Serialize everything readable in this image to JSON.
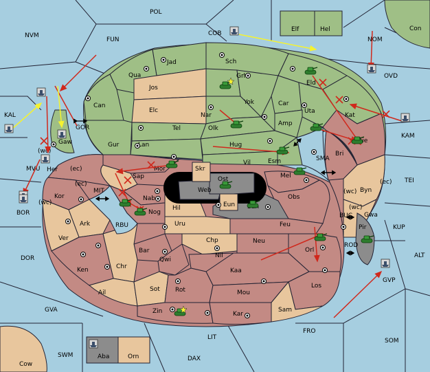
{
  "colors": {
    "sea": "#a6cee0",
    "land_green": "#9fbf86",
    "land_tan": "#e8c69d",
    "land_red": "#c38a84",
    "neutral_gray": "#8c8c8c",
    "impassable": "#000000",
    "attack_arrow": "#d0281c",
    "support_arrow": "#f5f230"
  },
  "seas": [
    {
      "id": "POL",
      "label": "POL"
    },
    {
      "id": "NVM",
      "label": "NVM"
    },
    {
      "id": "FUN",
      "label": "FUN"
    },
    {
      "id": "COB",
      "label": "COB"
    },
    {
      "id": "NOM",
      "label": "NOM"
    },
    {
      "id": "Con",
      "label": "Con"
    },
    {
      "id": "OVD",
      "label": "OVD"
    },
    {
      "id": "KAL",
      "label": "KAL"
    },
    {
      "id": "GOR",
      "label": "GOR"
    },
    {
      "id": "KAM",
      "label": "KAM"
    },
    {
      "id": "SMA",
      "label": "SMA"
    },
    {
      "id": "MVU",
      "label": "MVU"
    },
    {
      "id": "TEI",
      "label": "TEI"
    },
    {
      "id": "MIT",
      "label": "MIT"
    },
    {
      "id": "BOR",
      "label": "BOR"
    },
    {
      "id": "RBU",
      "label": "RBU"
    },
    {
      "id": "BUC",
      "label": "BUC"
    },
    {
      "id": "KUP",
      "label": "KUP"
    },
    {
      "id": "ROD",
      "label": "ROD"
    },
    {
      "id": "DOR",
      "label": "DOR"
    },
    {
      "id": "ALT",
      "label": "ALT"
    },
    {
      "id": "GVP",
      "label": "GVP"
    },
    {
      "id": "GVA",
      "label": "GVA"
    },
    {
      "id": "FRO",
      "label": "FRO"
    },
    {
      "id": "SOM",
      "label": "SOM"
    },
    {
      "id": "LIT",
      "label": "LIT"
    },
    {
      "id": "SWM",
      "label": "SWM"
    },
    {
      "id": "DAX",
      "label": "DAX"
    },
    {
      "id": "Cow",
      "label": "Cow"
    }
  ],
  "provinces": [
    {
      "id": "Elf",
      "label": "Elf"
    },
    {
      "id": "Hel",
      "label": "Hel"
    },
    {
      "id": "Jad",
      "label": "Jad"
    },
    {
      "id": "Sch",
      "label": "Sch"
    },
    {
      "id": "Qua",
      "label": "Qua"
    },
    {
      "id": "Jos",
      "label": "Jos"
    },
    {
      "id": "Grh",
      "label": "Grh"
    },
    {
      "id": "Eld",
      "label": "Eld"
    },
    {
      "id": "Can",
      "label": "Can"
    },
    {
      "id": "Elc",
      "label": "Elc"
    },
    {
      "id": "Yok",
      "label": "Yok"
    },
    {
      "id": "Car",
      "label": "Car"
    },
    {
      "id": "Uta",
      "label": "Uta"
    },
    {
      "id": "Kat",
      "label": "Kat"
    },
    {
      "id": "Nar",
      "label": "Nar"
    },
    {
      "id": "Gur",
      "label": "Gur"
    },
    {
      "id": "Tel",
      "label": "Tel"
    },
    {
      "id": "Olk",
      "label": "Olk"
    },
    {
      "id": "Amp",
      "label": "Amp"
    },
    {
      "id": "Lan",
      "label": "Lan"
    },
    {
      "id": "Hug",
      "label": "Hug"
    },
    {
      "id": "Rie",
      "label": "Rie"
    },
    {
      "id": "Gaw",
      "label": "Gaw"
    },
    {
      "id": "Vil",
      "label": "Vil"
    },
    {
      "id": "Esm",
      "label": "Esm"
    },
    {
      "id": "Bri",
      "label": "Bri"
    },
    {
      "id": "Mor",
      "label": "Mor"
    },
    {
      "id": "Skr",
      "label": "Skr"
    },
    {
      "id": "Ost",
      "label": "Ost"
    },
    {
      "id": "Mel",
      "label": "Mel"
    },
    {
      "id": "Her",
      "label": "Her"
    },
    {
      "id": "Sap",
      "label": "Sap"
    },
    {
      "id": "Web",
      "label": "Web"
    },
    {
      "id": "Kor",
      "label": "Kor"
    },
    {
      "id": "Nab",
      "label": "Nab"
    },
    {
      "id": "Eun",
      "label": "Eun"
    },
    {
      "id": "Obs",
      "label": "Obs"
    },
    {
      "id": "Byn",
      "label": "Byn"
    },
    {
      "id": "Hil",
      "label": "Hil"
    },
    {
      "id": "Sun",
      "label": "Sun"
    },
    {
      "id": "Nog",
      "label": "Nog"
    },
    {
      "id": "Gwa",
      "label": "Gwa"
    },
    {
      "id": "Ark",
      "label": "Ark"
    },
    {
      "id": "Uru",
      "label": "Uru"
    },
    {
      "id": "Feu",
      "label": "Feu"
    },
    {
      "id": "Pir",
      "label": "Pir"
    },
    {
      "id": "Ver",
      "label": "Ver"
    },
    {
      "id": "Chp",
      "label": "Chp"
    },
    {
      "id": "Neu",
      "label": "Neu"
    },
    {
      "id": "Bar",
      "label": "Bar"
    },
    {
      "id": "Orl",
      "label": "Orl"
    },
    {
      "id": "Qwi",
      "label": "Qwi"
    },
    {
      "id": "Nil",
      "label": "Nil"
    },
    {
      "id": "Chr",
      "label": "Chr"
    },
    {
      "id": "Ken",
      "label": "Ken"
    },
    {
      "id": "Kaa",
      "label": "Kaa"
    },
    {
      "id": "Ail",
      "label": "Ail"
    },
    {
      "id": "Sot",
      "label": "Sot"
    },
    {
      "id": "Rot",
      "label": "Rot"
    },
    {
      "id": "Mou",
      "label": "Mou"
    },
    {
      "id": "Los",
      "label": "Los"
    },
    {
      "id": "Sam",
      "label": "Sam"
    },
    {
      "id": "Zin",
      "label": "Zin"
    },
    {
      "id": "Kar",
      "label": "Kar"
    },
    {
      "id": "Aba",
      "label": "Aba"
    },
    {
      "id": "Orn",
      "label": "Orn"
    }
  ],
  "coast_tags": [
    {
      "id": "gwg_wc",
      "label": "(wc)"
    },
    {
      "id": "her_ec",
      "label": "(ec)"
    },
    {
      "id": "kor_ec",
      "label": "(ec)"
    },
    {
      "id": "kor_wc",
      "label": "(wc)"
    },
    {
      "id": "byn_wc",
      "label": "(wc)"
    },
    {
      "id": "byn_ec",
      "label": "(ec)"
    },
    {
      "id": "gwa_wc",
      "label": "(wc)"
    }
  ],
  "units": {
    "armies": [
      "Grh",
      "Eld",
      "Olk",
      "Uta",
      "Esm",
      "Rie",
      "Mor",
      "Mel",
      "Nab",
      "Nog",
      "Ost",
      "Sun",
      "Orl",
      "Pir",
      "Zin"
    ],
    "fleets": [
      "GWG",
      "Gaw",
      "Her",
      "KAL",
      "MVU",
      "BOR",
      "COB",
      "OVD",
      "KAM",
      "GVP",
      "Aba"
    ]
  },
  "icons": {
    "army": "tank-icon",
    "fleet": "ship-icon",
    "supply_center": "supply-center-icon",
    "dislodged": "star-burst-icon",
    "bounce": "x-mark-icon"
  }
}
